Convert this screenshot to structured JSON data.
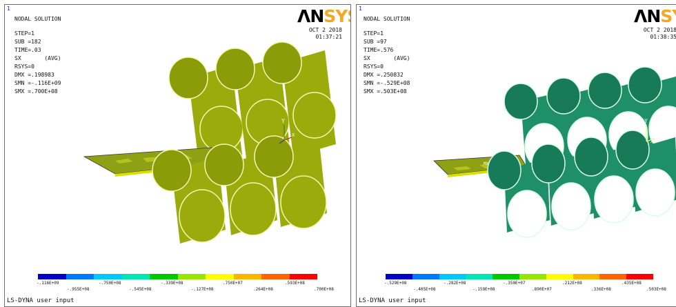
{
  "panels": [
    {
      "index": "1",
      "title": "NODAL SOLUTION",
      "params": [
        "STEP=1",
        "SUB =182",
        "TIME=.03",
        "SX       (AVG)",
        "RSYS=0",
        "DMX =.198983",
        "SMN =-.116E+09",
        "SMX =.700E+08"
      ],
      "date": "OCT  2 2018",
      "time": "01:37:21",
      "triad": {
        "y": "Y",
        "x": "X"
      },
      "legend_row1": [
        "-.116E+09",
        "-.750E+08",
        "-.339E+08",
        ".750E+07",
        ".593E+08"
      ],
      "legend_row2": [
        "-.955E+08",
        "-.545E+08",
        "-.127E+08",
        ".264E+08",
        ".700E+08"
      ],
      "footer": "LS-DYNA user input",
      "cylinder_color": "#9aab0b"
    },
    {
      "index": "1",
      "title": "NODAL SOLUTION",
      "params": [
        "STEP=1",
        "SUB =97",
        "TIME=.576",
        "SX       (AVG)",
        "RSYS=0",
        "DMX =.250832",
        "SMN =-.529E+08",
        "SMX =.503E+08"
      ],
      "date": "OCT  2 2018",
      "time": "01:38:35",
      "triad": {
        "y": "Y",
        "x": "X"
      },
      "legend_row1": [
        "-.529E+08",
        "-.282E+08",
        "-.350E+07",
        ".212E+08",
        ".435E+08"
      ],
      "legend_row2": [
        "-.405E+08",
        "-.159E+08",
        ".890E+07",
        ".336E+08",
        ".503E+08"
      ],
      "footer": "LS-DYNA user input",
      "cylinder_color": "#1e8f68"
    }
  ],
  "logo": {
    "part1": "ΛN",
    "part2": "SYS"
  },
  "legend_colors": [
    "#0000c8",
    "#0078ff",
    "#00c8ff",
    "#00e6b4",
    "#00c800",
    "#96e600",
    "#ffff00",
    "#ffb400",
    "#ff6400",
    "#ff0000"
  ]
}
